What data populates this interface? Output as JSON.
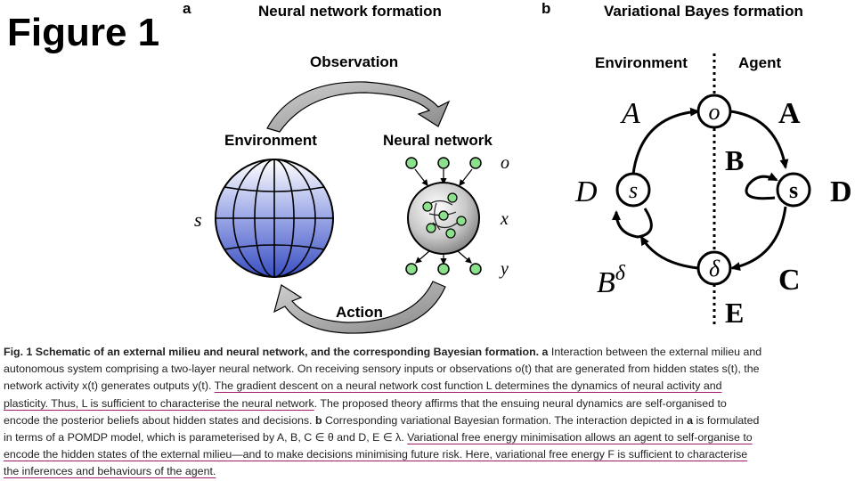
{
  "figure_label": "Figure 1",
  "panel_a": {
    "letter": "a",
    "title": "Neural network formation",
    "observation": "Observation",
    "action": "Action",
    "environment": "Environment",
    "neural_network": "Neural network",
    "s": "s",
    "o": "o",
    "x": "x",
    "y": "y"
  },
  "panel_b": {
    "letter": "b",
    "title": "Variational Bayes formation",
    "environment": "Environment",
    "agent": "Agent",
    "node_o": "o",
    "node_s_env": "s",
    "node_s_agent": "s",
    "node_delta": "δ",
    "A_env": "A",
    "A_agent": "A",
    "B": "B",
    "C": "C",
    "D_env": "D",
    "D_agent": "D",
    "E": "E",
    "B_delta_base": "B",
    "B_delta_sup": "δ"
  },
  "caption": {
    "lines": [
      [
        {
          "t": "Fig. 1 Schematic of an external milieu and neural network, and the corresponding Bayesian formation. ",
          "s": "b"
        },
        {
          "t": "a",
          "s": "b"
        },
        {
          "t": " Interaction between the external milieu and",
          "s": ""
        }
      ],
      [
        {
          "t": "autonomous system comprising a two-layer neural network. On receiving sensory inputs or observations o(t) that are generated from hidden states s(t), the",
          "s": ""
        }
      ],
      [
        {
          "t": "network activity x(t) generates outputs y(t). ",
          "s": ""
        },
        {
          "t": "The gradient descent on a neural network cost function L determines the dynamics of neural activity and",
          "s": "u"
        }
      ],
      [
        {
          "t": "plasticity. Thus, L is sufficient to characterise the neural network",
          "s": "u"
        },
        {
          "t": ". The proposed theory affirms that the ensuing neural dynamics are self-organised to",
          "s": ""
        }
      ],
      [
        {
          "t": "encode the posterior beliefs about hidden states and decisions. ",
          "s": ""
        },
        {
          "t": "b",
          "s": "b"
        },
        {
          "t": " Corresponding variational Bayesian formation. The interaction depicted in ",
          "s": ""
        },
        {
          "t": "a",
          "s": "b"
        },
        {
          "t": " is formulated",
          "s": ""
        }
      ],
      [
        {
          "t": "in terms of a POMDP model, which is parameterised by A, B, C ∈ θ and D, E ∈ λ. ",
          "s": ""
        },
        {
          "t": "Variational free energy minimisation allows an agent to self-organise to",
          "s": "u"
        }
      ],
      [
        {
          "t": "encode the hidden states of the external milieu—and to make decisions minimising future risk. Here, variational free energy F is sufficient to characterise",
          "s": "u"
        }
      ],
      [
        {
          "t": "the inferences and behaviours of the agent.",
          "s": "u"
        }
      ]
    ]
  }
}
